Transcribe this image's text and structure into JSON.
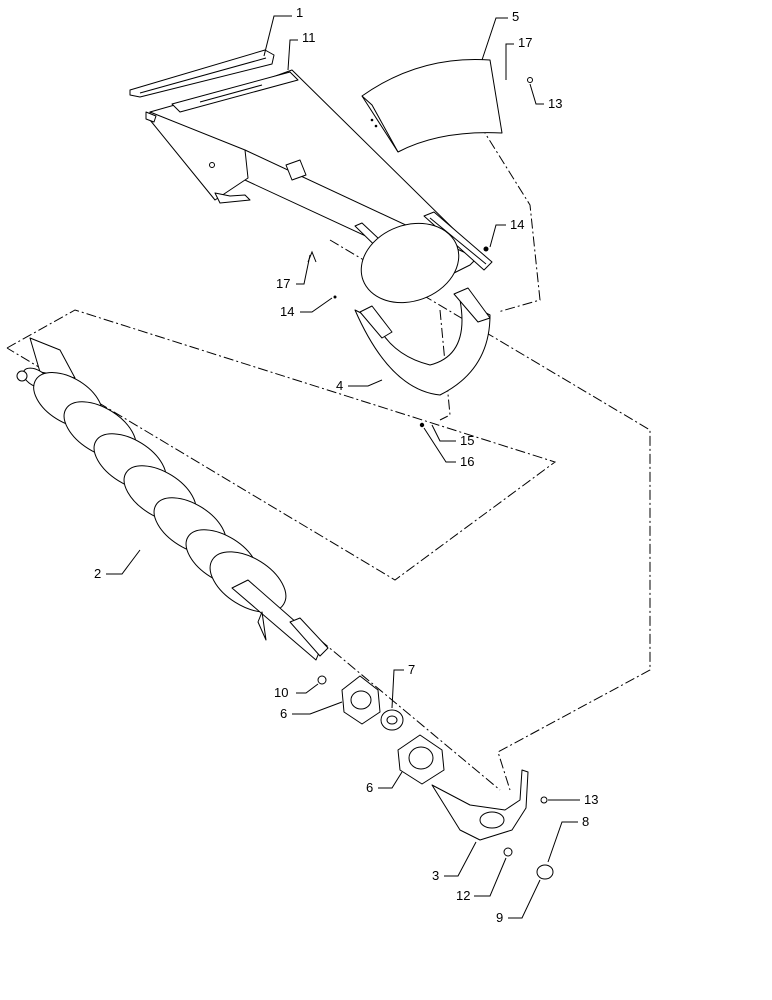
{
  "diagram": {
    "callouts": {
      "c1": "1",
      "c2": "2",
      "c3": "3",
      "c4": "4",
      "c5": "5",
      "c6a": "6",
      "c6b": "6",
      "c7": "7",
      "c8": "8",
      "c9": "9",
      "c10": "10",
      "c11": "11",
      "c12": "12",
      "c13a": "13",
      "c13b": "13",
      "c14a": "14",
      "c14b": "14",
      "c15": "15",
      "c16": "16",
      "c17a": "17",
      "c17b": "17"
    }
  }
}
